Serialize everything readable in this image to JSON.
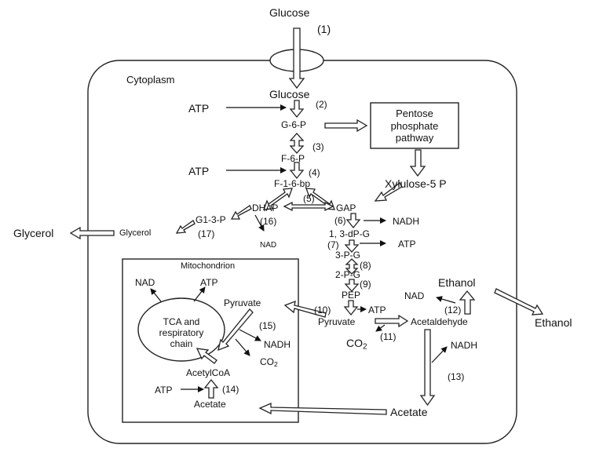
{
  "labels": {
    "glucose_outside": "Glucose",
    "step1": "(1)",
    "cytoplasm": "Cytoplasm",
    "glucose_inside": "Glucose",
    "atp_top": "ATP",
    "step2": "(2)",
    "g6p": "G-6-P",
    "pentose": "Pentose\nphosphate\npathway",
    "step3": "(3)",
    "f6p": "F-6-P",
    "atp_mid": "ATP",
    "step4": "(4)",
    "f16bp": "F-1-6-bp",
    "xylulose": "Xylulose-5 P",
    "step5": "(5)",
    "dhap": "DHAP",
    "gap": "GAP",
    "g13p": "G1-3-P",
    "step16": "(16)",
    "step6": "(6)",
    "nadh_6": "NADH",
    "glycerol_out": "Glycerol",
    "glycerol_in": "Glycerol",
    "step17": "(17)",
    "nad_16": "NAD",
    "dpg13": "1, 3-dP-G",
    "step7": "(7)",
    "atp_7": "ATP",
    "pg3": "3-P-G",
    "step8": "(8)",
    "mitochondrion": "Mitochondrion",
    "pg2": "2-P-G",
    "step9": "(9)",
    "nad_mito": "NAD",
    "atp_mito": "ATP",
    "pep": "PEP",
    "ethanol_in": "Ethanol",
    "pyruvate_mito": "Pyruvate",
    "step10": "(10)",
    "atp_10": "ATP",
    "nad_12": "NAD",
    "step12": "(12)",
    "ethanol_out": "Ethanol",
    "tca": "TCA and\nrespiratory\nchain",
    "step15": "(15)",
    "pyruvate_cyto": "Pyruvate",
    "acetaldehyde": "Acetaldehyde",
    "step11": "(11)",
    "nadh_15": "NADH",
    "co2_11": "CO",
    "co2_11_sub": "2",
    "nadh_13": "NADH",
    "co2_15": "CO",
    "co2_15_sub": "2",
    "acetylcoa": "AcetylCoA",
    "step13": "(13)",
    "atp_14": "ATP",
    "step14": "(14)",
    "acetate_mito": "Acetate",
    "acetate_cyto": "Acetate"
  }
}
